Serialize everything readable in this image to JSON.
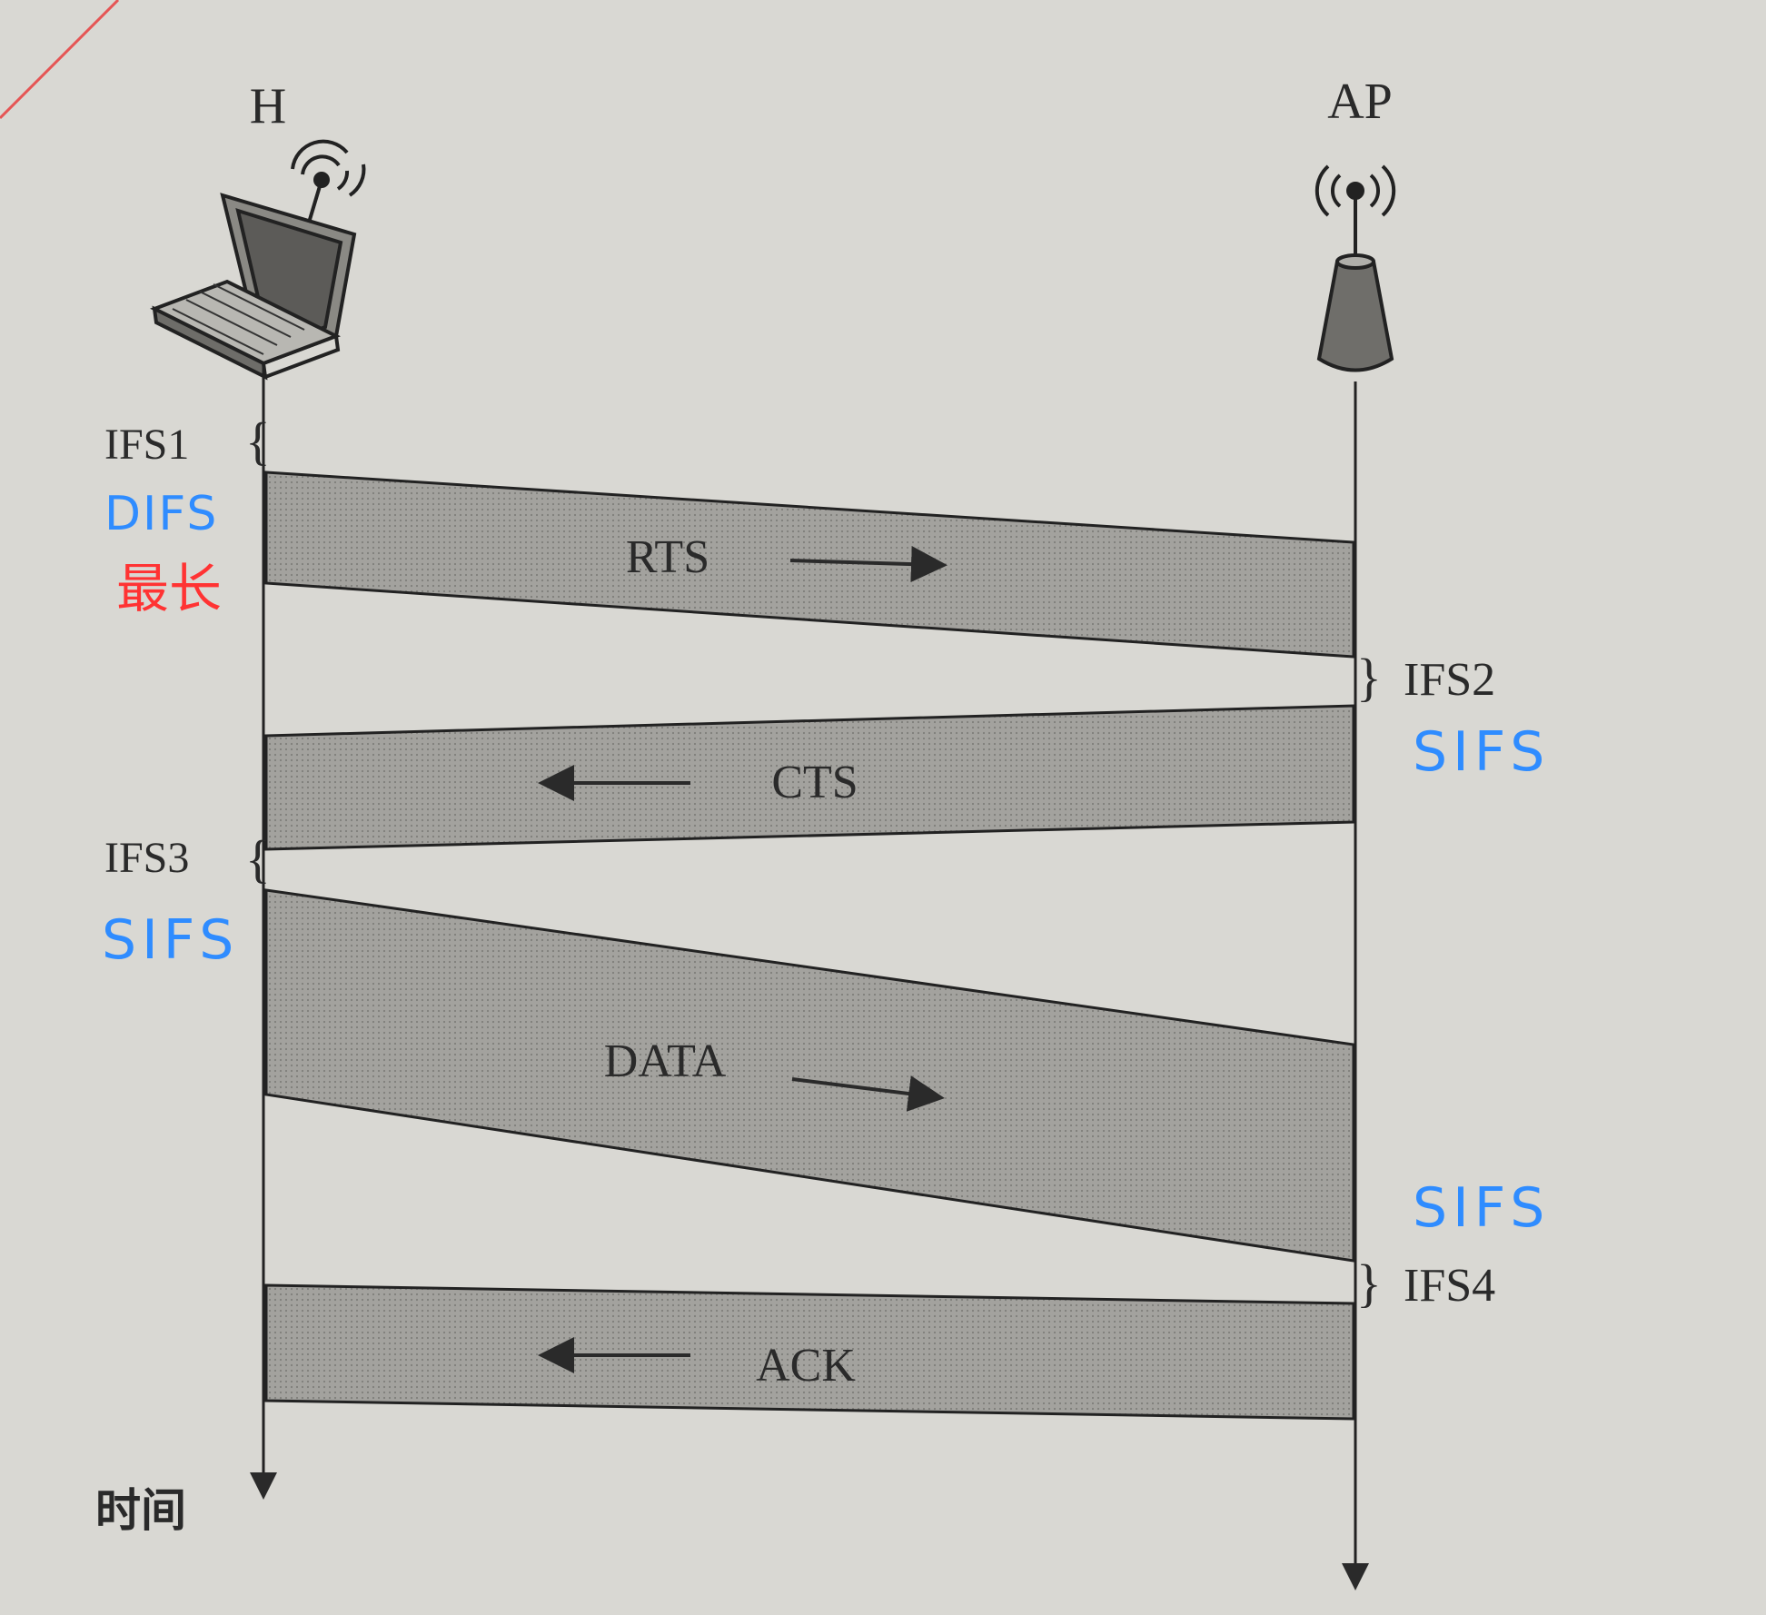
{
  "stations": {
    "left": "H",
    "right": "AP"
  },
  "ifs": {
    "ifs1": "IFS1",
    "ifs2": "IFS2",
    "ifs3": "IFS3",
    "ifs4": "IFS4"
  },
  "frames": {
    "rts": "RTS",
    "cts": "CTS",
    "data": "DATA",
    "ack": "ACK"
  },
  "time_label": "时间",
  "annotations": {
    "ifs1_note": "DIFS",
    "ifs1_note2": "最长",
    "ifs2_note": "SIFS",
    "ifs3_note": "SIFS",
    "ifs4_note": "SIFS"
  },
  "colors": {
    "background": "#d9d8d3",
    "band_fill": "#9d9c98",
    "line": "#222222",
    "handwriting_blue": "#2f8cff",
    "handwriting_red": "#ff3333"
  }
}
